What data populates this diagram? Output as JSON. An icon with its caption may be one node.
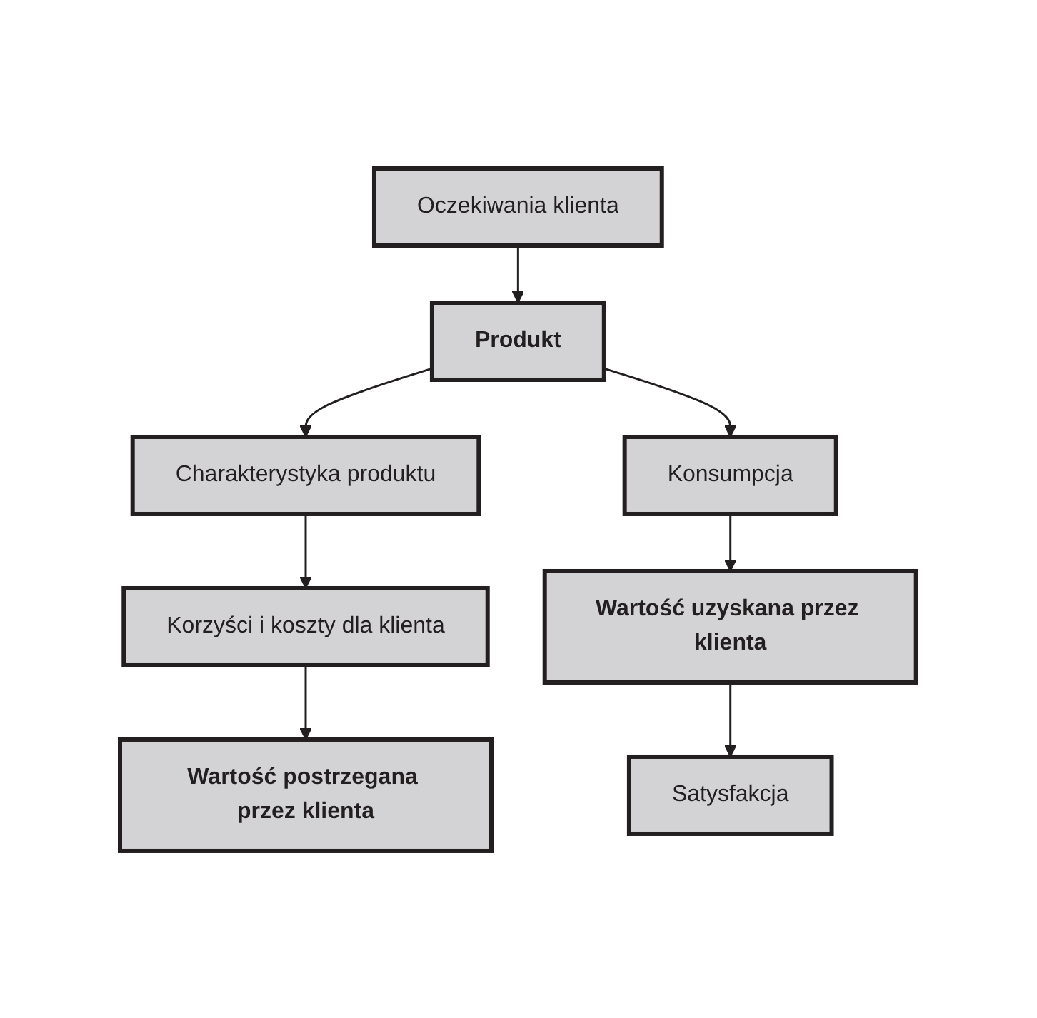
{
  "diagram": {
    "nodes": [
      {
        "text": [
          "Oczekiwania klienta"
        ]
      },
      {
        "text": [
          "Produkt"
        ]
      },
      {
        "text": [
          "Charakterystyka produktu"
        ]
      },
      {
        "text": [
          "Korzyści i koszty dla klienta"
        ]
      },
      {
        "text": [
          "Wartość postrzegana przez klienta"
        ]
      },
      {
        "text": [
          "Konsumpcja"
        ]
      },
      {
        "text": [
          "Wartość uzyskana przez klienta"
        ]
      },
      {
        "text": [
          "Satysfakcja"
        ]
      }
    ],
    "edges": [
      {
        "from": 0,
        "to": 1,
        "arrow": "to"
      },
      {
        "from": 1,
        "to": 2,
        "arrow": "to"
      },
      {
        "from": 2,
        "to": 3,
        "arrow": "to"
      },
      {
        "from": 3,
        "to": 4,
        "arrow": "to"
      },
      {
        "from": 1,
        "to": 5,
        "arrow": "to"
      },
      {
        "from": 5,
        "to": 6,
        "arrow": "to"
      },
      {
        "from": 6,
        "to": 7,
        "arrow": "to"
      }
    ]
  }
}
